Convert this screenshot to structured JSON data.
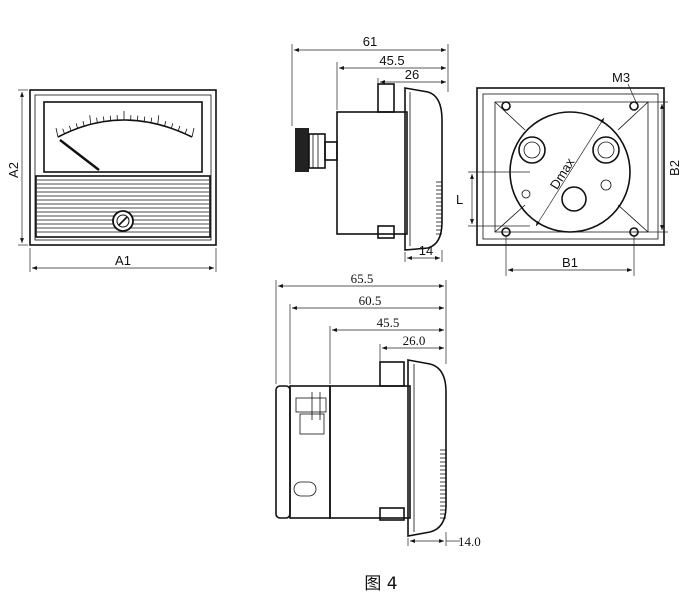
{
  "front_view": {
    "width_label": "A1",
    "height_label": "A2"
  },
  "side_view_top": {
    "dim_overall": "61",
    "dim_body": "45.5",
    "dim_case": "26",
    "dim_front": "14"
  },
  "rear_view": {
    "screw_label": "M3",
    "diameter_label": "Dmax",
    "cutout_label": "L",
    "width_label": "B1",
    "height_label": "B2"
  },
  "side_view_bottom": {
    "dim_overall": "65.5",
    "dim_body": "60.5",
    "dim_case": "45.5",
    "dim_rear": "26.0",
    "dim_front": "14.0"
  },
  "caption": "图 4"
}
